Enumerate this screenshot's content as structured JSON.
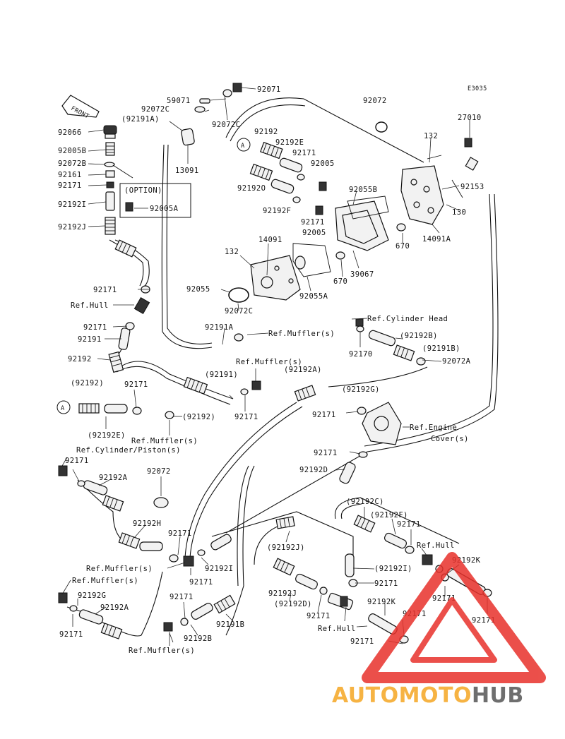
{
  "diagram_code": "E3035",
  "front_label": "FRONT",
  "option_label": "(OPTION)",
  "circle_marker": "A",
  "labels": {
    "p92071": "92071",
    "p59071": "59071",
    "p92072C_a": "92072C",
    "p92191A_a": "(92191A)",
    "p92072C_b": "92072C",
    "p92072_top": "92072",
    "p27010": "27010",
    "p132_a": "132",
    "p92066": "92066",
    "p92005B": "92005B",
    "p92072B": "92072B",
    "p92161": "92161",
    "p92171_a": "92171",
    "p92192I_a": "92192I",
    "p92192J_a": "92192J",
    "p92005A": "92005A",
    "p13091": "13091",
    "p92192_a": "92192",
    "p92192E_a": "92192E",
    "p92171_b": "92171",
    "p92005_a": "92005",
    "p92192O": "92192O",
    "p92192F_a": "92192F",
    "p92055B": "92055B",
    "p92153": "92153",
    "p130": "130",
    "p14091A": "14091A",
    "p92171_c": "92171",
    "p92005_b": "92005",
    "p670_a": "670",
    "p670_b": "670",
    "p39067": "39067",
    "p132_b": "132",
    "p14091": "14091",
    "p92055": "92055",
    "p92055A": "92055A",
    "p92072C_c": "92072C",
    "p92171_d": "92171",
    "p92191A_b": "92191A",
    "ref_muffler_a": "Ref.Muffler(s)",
    "ref_cyl_head": "Ref.Cylinder Head",
    "p92170": "92170",
    "p92192B_a": "(92192B)",
    "p92191B_a": "(92191B)",
    "p92072A": "92072A",
    "ref_hull_a": "Ref.Hull",
    "p92171_e": "92171",
    "p92191": "92191",
    "p92192_b": "92192",
    "ref_muffler_b": "Ref.Muffler(s)",
    "p92191_paren": "(92191)",
    "p92192A_a": "(92192A)",
    "p92192G_a": "(92192G)",
    "p92192_paren": "(92192)",
    "p92171_f": "92171",
    "p92171_g": "92171",
    "p92171_h": "92171",
    "p92192_c": "(92192)",
    "p92192E_b": "(92192E)",
    "ref_muffler_c": "Ref.Muffler(s)",
    "ref_engine": "Ref.Engine",
    "ref_engine_2": "Cover(s)",
    "ref_cyl_piston": "Ref.Cylinder/Piston(s)",
    "p92171_i": "92171",
    "p92072_mid": "92072",
    "p92171_j": "92171",
    "p92192D_a": "92192D",
    "p92192A_b": "92192A",
    "p92192H": "92192H",
    "p92171_k": "92171",
    "p92192C": "(92192C)",
    "p92192F_b": "(92192F)",
    "p92171_l": "92171",
    "ref_hull_b": "Ref.Hull",
    "p92192K_a": "92192K",
    "ref_muffler_d": "Ref.Muffler(s)",
    "p92192I_b": "92192I",
    "p92171_m": "92171",
    "p92192J_b": "(92192J)",
    "p92192I_c": "(92192I)",
    "p92171_n": "92171",
    "ref_muffler_e": "Ref.Muffler(s)",
    "p92192G_b": "92192G",
    "p92192A_c": "92192A",
    "p92192J_c": "92192J",
    "p92192D_b": "(92192D)",
    "p92171_o": "92171",
    "p92191B_b": "92191B",
    "p92192B_b": "92192B",
    "p92171_p": "92171",
    "p92192K_b": "92192K",
    "ref_hull_c": "Ref.Hull",
    "p92171_q": "92171",
    "p92171_r": "92171",
    "p92171_s": "92171",
    "p92171_t": "92171",
    "ref_muffler_f": "Ref.Muffler(s)"
  },
  "watermark": {
    "part1": "AUTOMOTO",
    "part2": "HUB",
    "color_red": "#e8312b",
    "color_orange": "#f5a623",
    "color_gray": "#555555"
  }
}
